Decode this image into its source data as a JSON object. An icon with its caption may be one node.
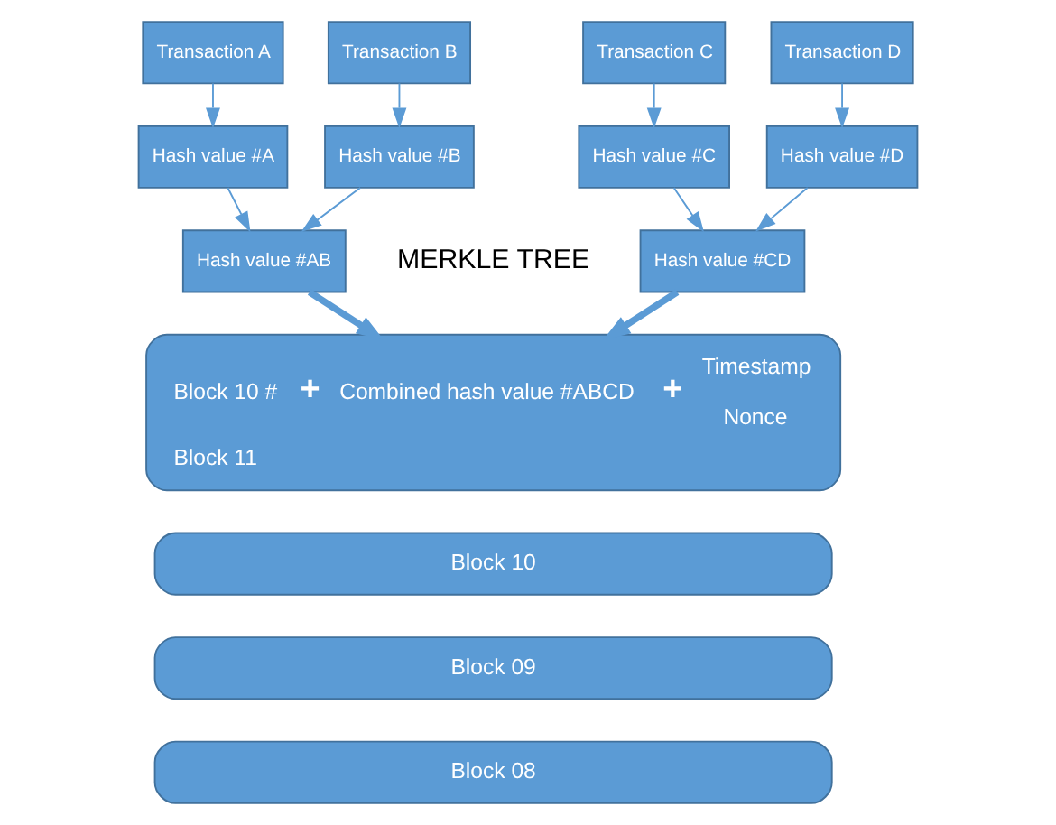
{
  "diagram": {
    "nodes": [
      {
        "text": [
          "Transaction A"
        ]
      },
      {
        "text": [
          "Transaction B"
        ]
      },
      {
        "text": [
          "Transaction C"
        ]
      },
      {
        "text": [
          "Transaction D"
        ]
      },
      {
        "text": [
          "Hash value #A"
        ]
      },
      {
        "text": [
          "Hash value #B"
        ]
      },
      {
        "text": [
          "Hash value #C"
        ]
      },
      {
        "text": [
          "Hash value #D"
        ]
      },
      {
        "text": [
          "Hash value #AB"
        ]
      },
      {
        "text": [
          "Hash value #CD"
        ]
      },
      {
        "text": [
          "Block 10 #",
          "+",
          "Combined hash value #ABCD",
          "+",
          "Timestamp",
          "Nonce",
          "Block 11"
        ]
      },
      {
        "text": [
          "Block 10"
        ]
      },
      {
        "text": [
          "Block 09"
        ]
      },
      {
        "text": [
          "Block 08"
        ]
      }
    ],
    "edges": [
      {
        "from": 0,
        "to": 4,
        "arrow": "to"
      },
      {
        "from": 1,
        "to": 5,
        "arrow": "to"
      },
      {
        "from": 2,
        "to": 6,
        "arrow": "to"
      },
      {
        "from": 3,
        "to": 7,
        "arrow": "to"
      },
      {
        "from": 4,
        "to": 8,
        "arrow": "to"
      },
      {
        "from": 5,
        "to": 8,
        "arrow": "to"
      },
      {
        "from": 6,
        "to": 9,
        "arrow": "to"
      },
      {
        "from": 7,
        "to": 9,
        "arrow": "to"
      },
      {
        "from": 8,
        "to": 10,
        "arrow": "to",
        "style": "thick"
      },
      {
        "from": 9,
        "to": 10,
        "arrow": "to",
        "style": "thick"
      }
    ],
    "labels": [
      "MERKLE TREE"
    ]
  }
}
